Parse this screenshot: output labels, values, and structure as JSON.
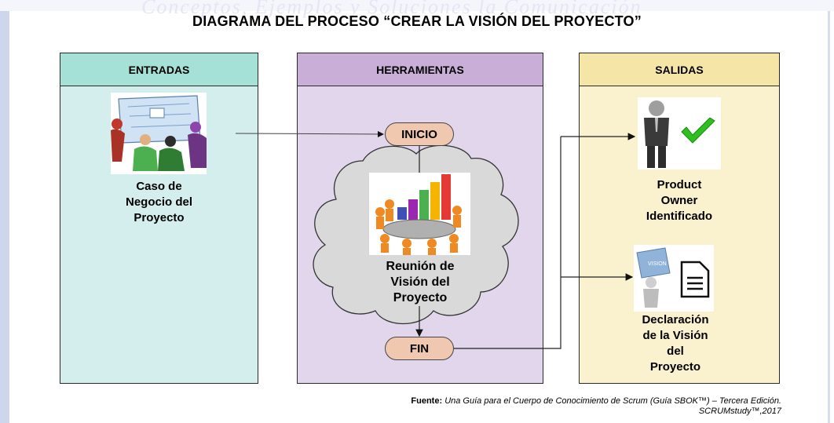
{
  "watermark": "Conceptos, Ejemplos y Soluciones la Comunicación",
  "title": "DIAGRAMA DEL PROCESO “CREAR LA VISIÓN DEL PROYECTO”",
  "panels": {
    "inputs": {
      "header": "ENTRADAS",
      "items": [
        "Caso de Negocio del Proyecto"
      ]
    },
    "tools": {
      "header": "HERRAMIENTAS",
      "start": "INICIO",
      "end": "FIN",
      "items": [
        "Reunión de Visión del Proyecto"
      ]
    },
    "outputs": {
      "header": "SALIDAS",
      "items": [
        "Product Owner Identificado",
        "Declaración de la Visión del Proyecto"
      ]
    }
  },
  "captions": {
    "input_1": [
      "Caso de",
      "Negocio del",
      "Proyecto"
    ],
    "tool_1": [
      "Reunión de",
      "Visión del",
      "Proyecto"
    ],
    "output_1": [
      "Product",
      "Owner",
      "Identificado"
    ],
    "output_2": [
      "Declaración",
      "de la Visión",
      "del",
      "Proyecto"
    ]
  },
  "image_labels": {
    "vision_puzzle": "VISION"
  },
  "source": {
    "label": "Fuente:",
    "text": "Una Guía para el Cuerpo de Conocimiento de Scrum (Guía SBOK™) – Tercera Edición.",
    "line2": "SCRUMstudy™,2017"
  },
  "colors": {
    "inputs_header": "#a6e1d8",
    "inputs_body": "#d4eeee",
    "tools_header": "#c9afd8",
    "tools_body": "#e1d6eb",
    "outputs_header": "#f5e6a8",
    "outputs_body": "#faf1cf",
    "pill": "#f0c8b0",
    "check": "#2fbf1f"
  },
  "icons": [
    "team-planning-icon",
    "meeting-icon",
    "businessman-icon",
    "check-icon",
    "puzzle-person-icon",
    "document-icon"
  ]
}
